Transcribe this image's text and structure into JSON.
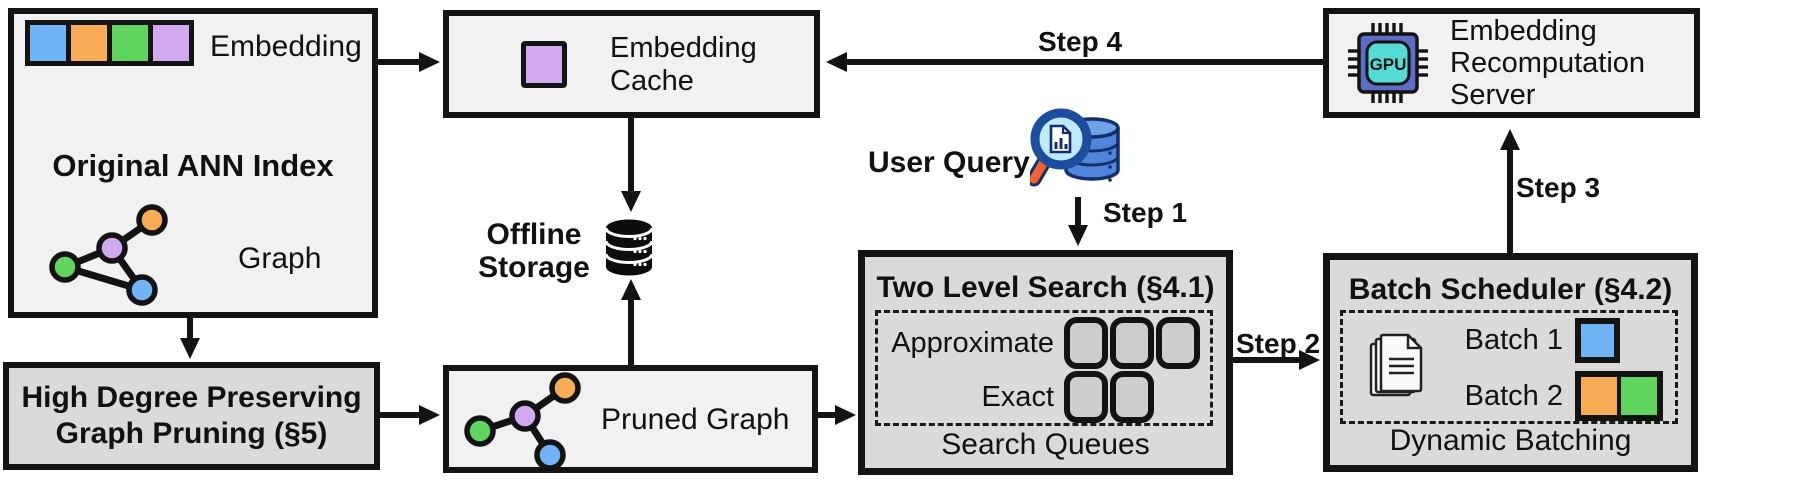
{
  "palette": {
    "blue": "#6FB5F6",
    "orange": "#F8AC55",
    "green": "#5FD45F",
    "purple": "#D0A9F0",
    "box_light": "#F1F1F1",
    "box_dark": "#DADADA",
    "queue_fill": "#CDCDCD",
    "line": "#131313",
    "gpu_body": "#5B6DC4",
    "gpu_core": "#54DCD4",
    "db_blue": "#4F86DB",
    "db_blue_top": "#6FA3E8",
    "lens_fill": "#BFE9F7",
    "handle_orange": "#F2622E"
  },
  "ann_index": {
    "title": "Original ANN Index",
    "embedding_label": "Embedding",
    "graph_label": "Graph"
  },
  "embedding_cache": {
    "label": "Embedding Cache"
  },
  "recomputation_server": {
    "label": "Embedding Recomputation Server",
    "chip_label": "GPU"
  },
  "offline_storage": {
    "label": "Offline Storage"
  },
  "user_query": {
    "label": "User Query"
  },
  "two_level_search": {
    "title": "Two Level Search (§4.1)",
    "row1_label": "Approximate",
    "row1_slots": 3,
    "row2_label": "Exact",
    "row2_slots": 2,
    "caption": "Search Queues"
  },
  "batch_scheduler": {
    "title": "Batch Scheduler (§4.2)",
    "batch1_label": "Batch 1",
    "batch1_colors": [
      "blue"
    ],
    "batch2_label": "Batch 2",
    "batch2_colors": [
      "orange",
      "green"
    ],
    "caption": "Dynamic Batching"
  },
  "graph_pruning": {
    "title": "High Degree Preserving Graph Pruning (§5)"
  },
  "pruned_graph": {
    "label": "Pruned Graph"
  },
  "steps": {
    "step1": "Step 1",
    "step2": "Step 2",
    "step3": "Step 3",
    "step4": "Step 4"
  }
}
